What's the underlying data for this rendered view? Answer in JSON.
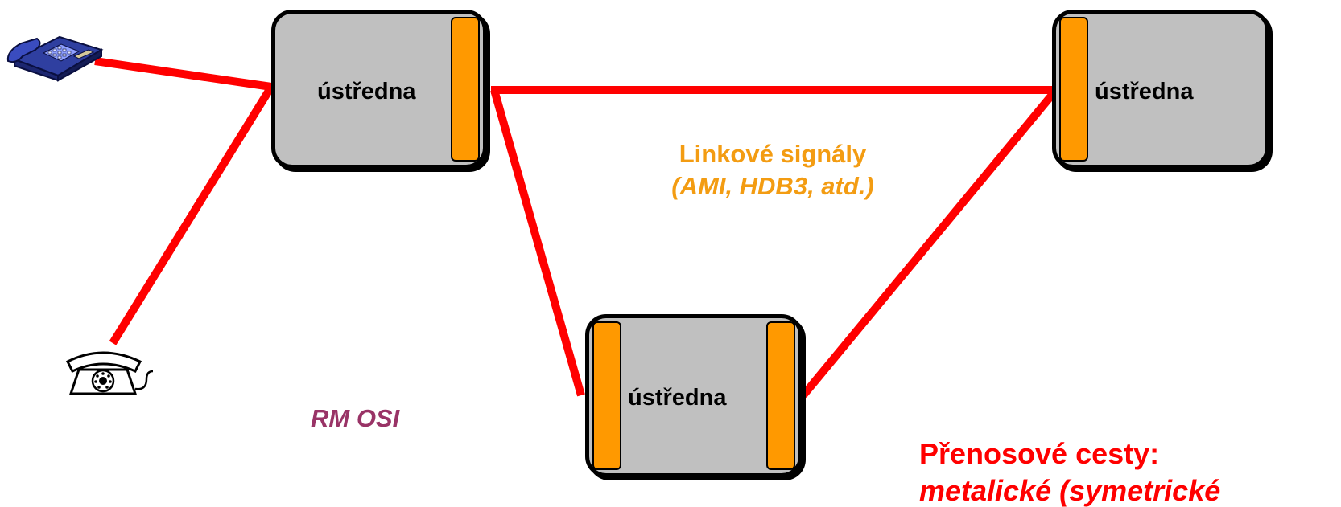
{
  "colors": {
    "link": "#ff0000",
    "exchange_fill": "#c0c0c0",
    "port_fill": "#ff9900",
    "line_signals_text": "#f39c12",
    "rm_osi_text": "#993366",
    "transmission_text": "#ff0000",
    "phone_body": "#2f3fa0"
  },
  "icons": {
    "desk_phone": "desk-phone-icon",
    "rotary_phone": "rotary-phone-icon"
  },
  "exchanges": {
    "top_left": {
      "label": "ústředna"
    },
    "right": {
      "label": "ústředna"
    },
    "bottom": {
      "label": "ústředna"
    }
  },
  "line_signals": {
    "title": "Linkové signály",
    "subtitle": "(AMI, HDB3, atd.)"
  },
  "rm_osi": "RM OSI",
  "transmission": {
    "title": "Přenosové cesty:",
    "subtitle": "metalické (symetrické"
  }
}
